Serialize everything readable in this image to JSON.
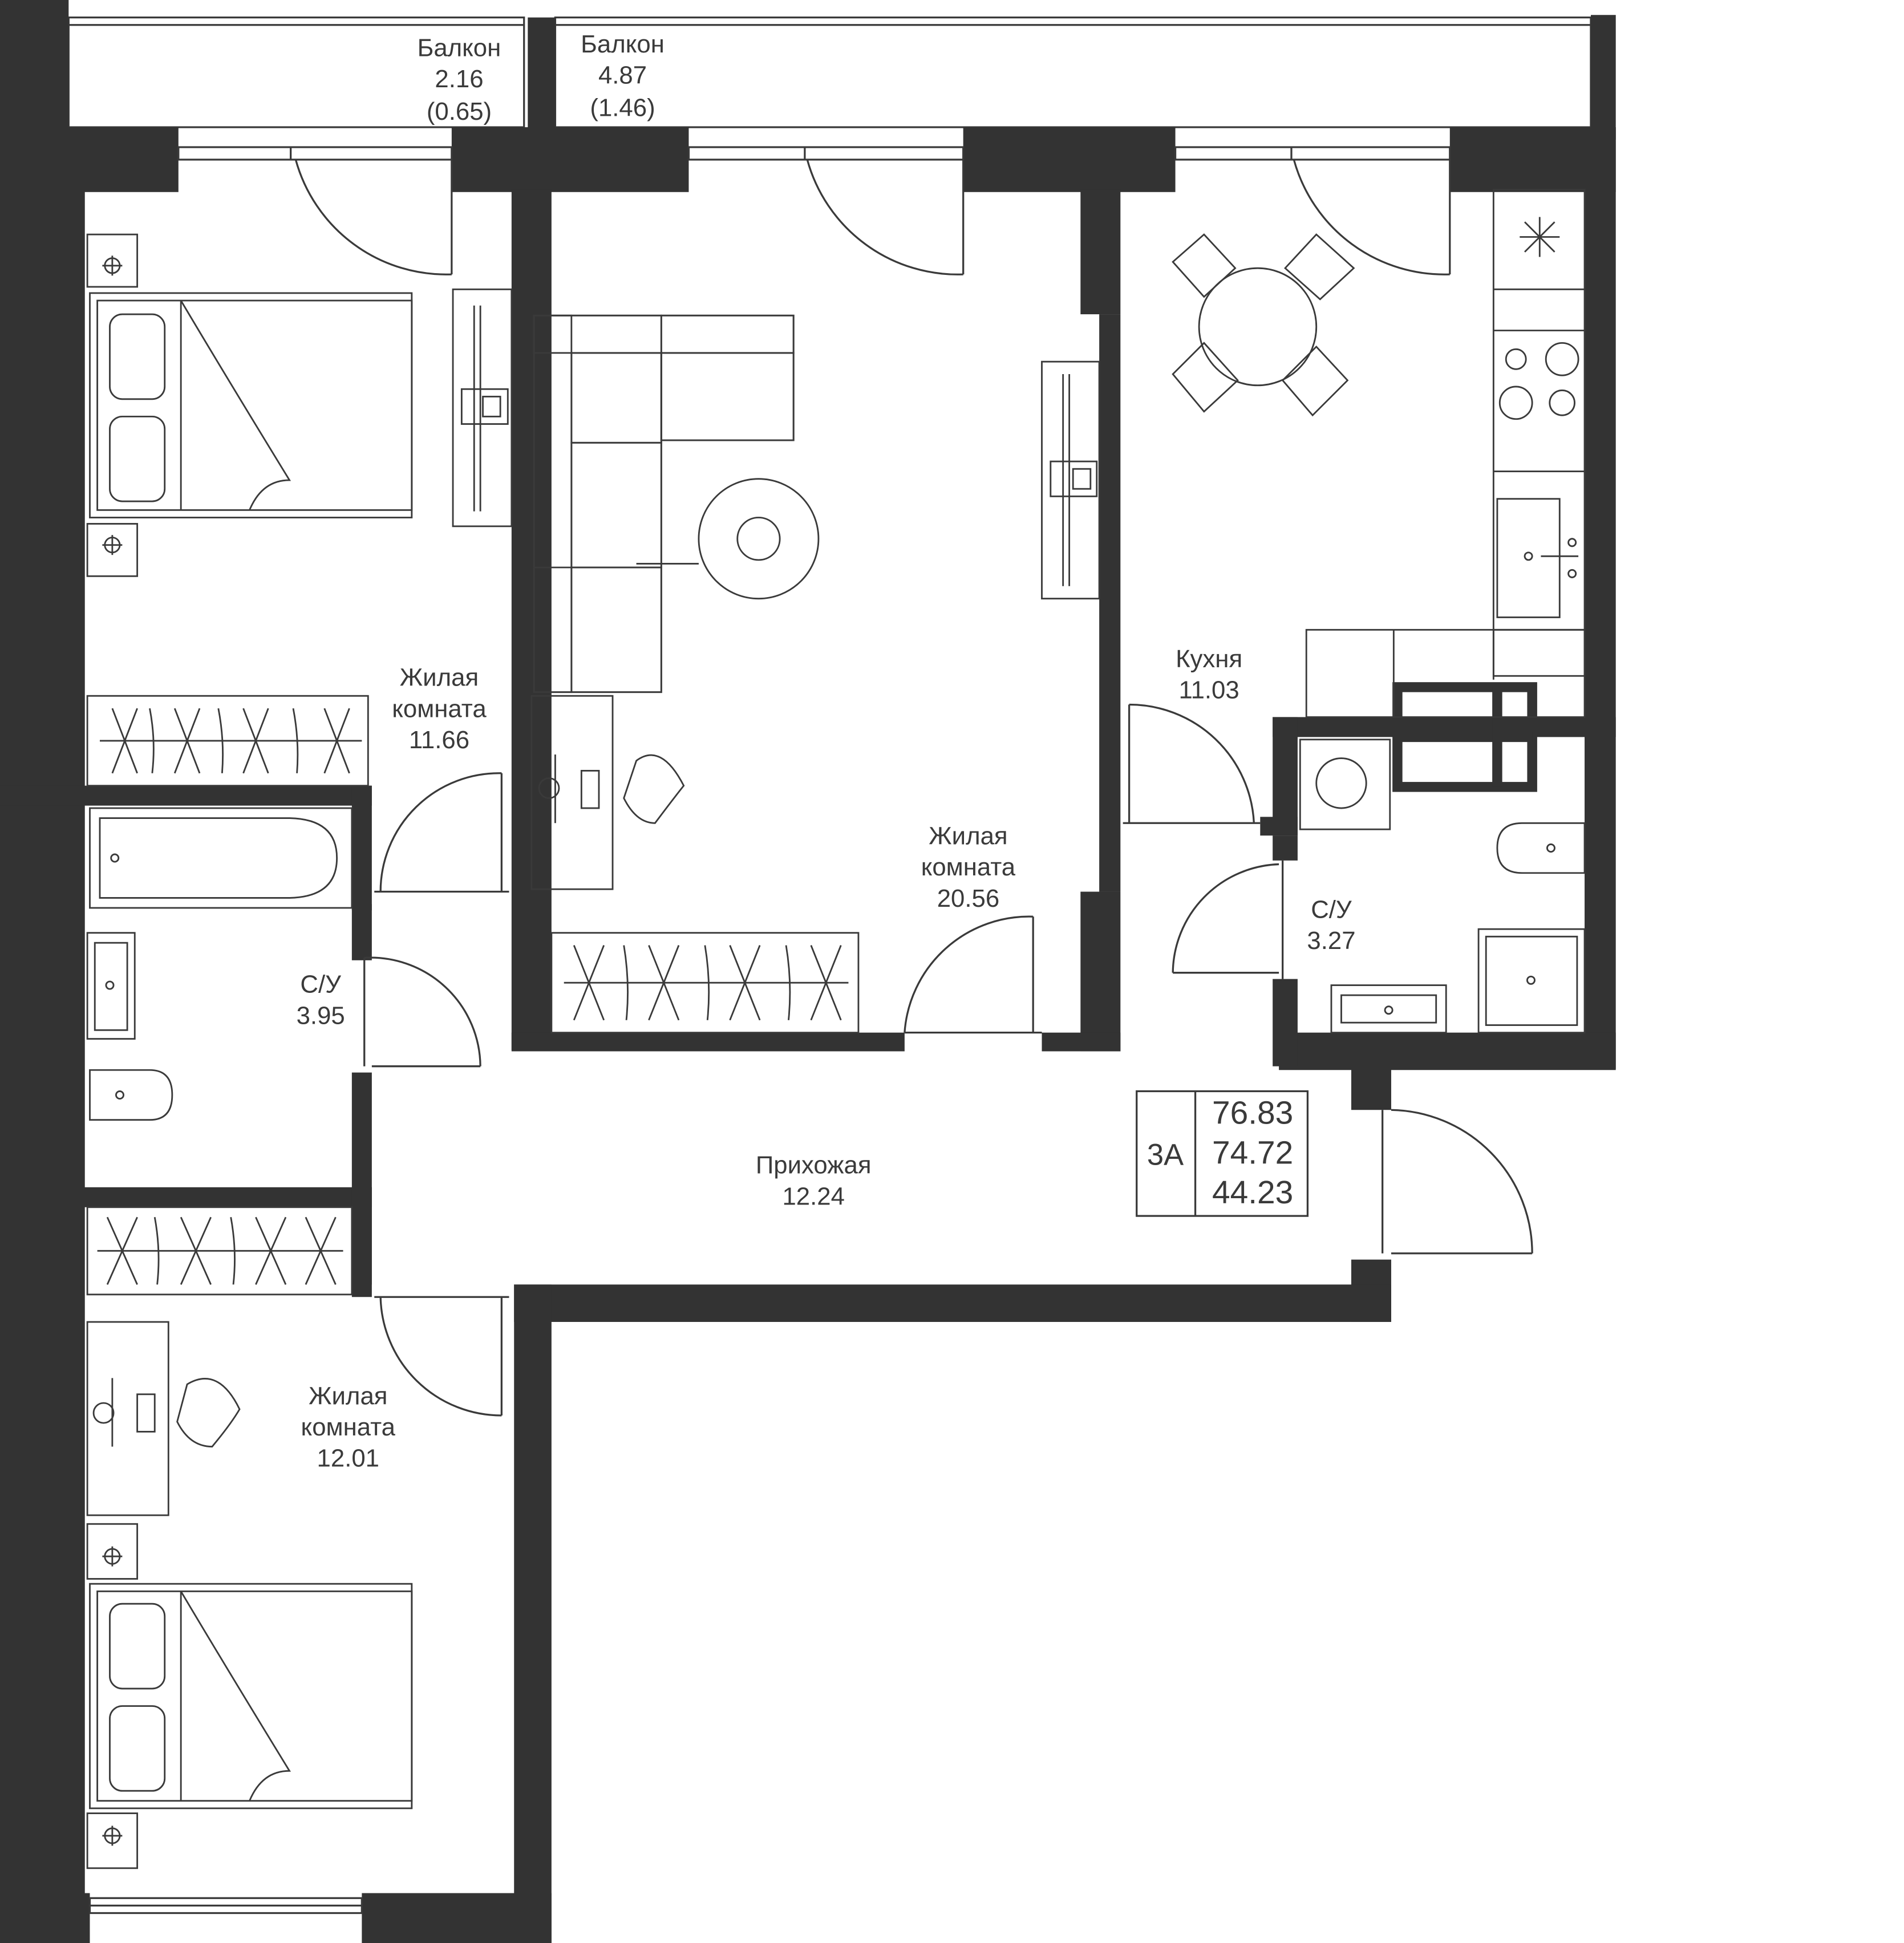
{
  "rooms": {
    "balcony_1": {
      "name": "Балкон",
      "area": "2.16",
      "reduced": "(0.65)"
    },
    "balcony_2": {
      "name": "Балкон",
      "area": "4.87",
      "reduced": "(1.46)"
    },
    "bedroom_1": {
      "name_line1": "Жилая",
      "name_line2": "комната",
      "area": "11.66"
    },
    "living": {
      "name_line1": "Жилая",
      "name_line2": "комната",
      "area": "20.56"
    },
    "kitchen": {
      "name": "Кухня",
      "area": "11.03"
    },
    "bath_1": {
      "name": "С/У",
      "area": "3.95"
    },
    "bath_2": {
      "name": "С/У",
      "area": "3.27"
    },
    "hall": {
      "name": "Прихожая",
      "area": "12.24"
    },
    "bedroom_2": {
      "name_line1": "Жилая",
      "name_line2": "комната",
      "area": "12.01"
    }
  },
  "summary": {
    "type": "3А",
    "total_area": "76.83",
    "area_2": "74.72",
    "living_area": "44.23"
  },
  "colors": {
    "wall": "#333333",
    "line": "#3a3a3a",
    "background": "#ffffff"
  }
}
